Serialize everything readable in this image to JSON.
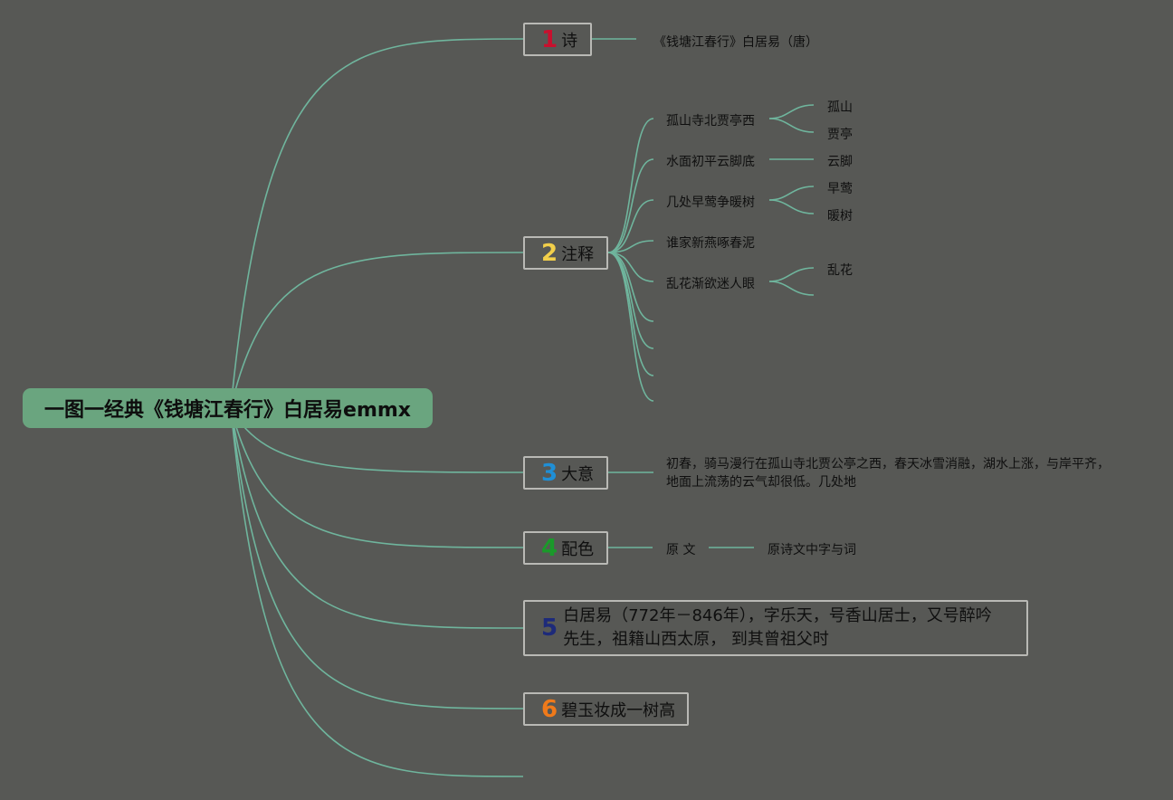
{
  "root": {
    "title": "一图一经典《钱塘江春行》白居易emmx"
  },
  "colors": {
    "background": "#575855",
    "line": "#6fb59d",
    "root_fill": "#6aa57f",
    "num1": "#c8102e",
    "num2": "#f2cf4a",
    "num3": "#1f8fd6",
    "num4": "#1a9a2a",
    "num5": "#1d2a7a",
    "num6": "#f07a1a"
  },
  "topics": [
    {
      "num": "1",
      "label": "诗",
      "subs": [
        {
          "label": "《钱塘江春行》白居易（唐）",
          "children": []
        }
      ]
    },
    {
      "num": "2",
      "label": "注释",
      "subs": [
        {
          "label": "孤山寺北贾亭西",
          "children": [
            "孤山",
            "贾亭"
          ]
        },
        {
          "label": "水面初平云脚底",
          "children": [
            "云脚"
          ]
        },
        {
          "label": "几处早莺争暖树",
          "children": [
            "早莺",
            "暖树"
          ]
        },
        {
          "label": "谁家新燕啄春泥",
          "children": []
        },
        {
          "label": "乱花渐欲迷人眼",
          "children": [
            "乱花",
            ""
          ]
        }
      ]
    },
    {
      "num": "3",
      "label": "大意",
      "subs": [
        {
          "label": "初春，骑马漫行在孤山寺北贾公亭之西，春天冰雪消融，湖水上涨，与岸平齐，地面上流荡的云气却很低。几处地",
          "children": []
        }
      ]
    },
    {
      "num": "4",
      "label": "配色",
      "subs": [
        {
          "label": "原 文",
          "children": [
            "原诗文中字与词"
          ]
        }
      ]
    },
    {
      "num": "5",
      "label": "白居易（772年－846年），字乐天，号香山居士，又号醉吟先生，祖籍山西太原， 到其曾祖父时",
      "subs": []
    },
    {
      "num": "6",
      "label": "碧玉妆成一树高",
      "subs": []
    }
  ]
}
